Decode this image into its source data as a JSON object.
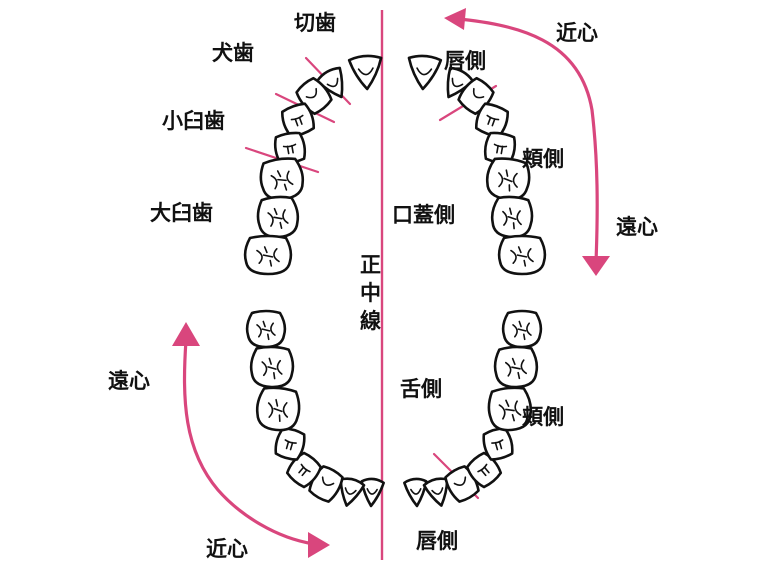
{
  "colors": {
    "accent": "#d9467d",
    "ink": "#111111"
  },
  "labels": {
    "incisor": "切歯",
    "canine": "犬歯",
    "premolar": "小臼歯",
    "molar": "大臼歯",
    "labial_upper": "唇側",
    "labial_lower": "唇側",
    "buccal_upper": "頬側",
    "buccal_lower": "頬側",
    "palatal": "口蓋側",
    "lingual": "舌側",
    "midline": [
      "正",
      "中",
      "線"
    ],
    "mesial_upper": "近心",
    "distal_upper": "遠心",
    "mesial_lower": "近心",
    "distal_lower": "遠心"
  }
}
